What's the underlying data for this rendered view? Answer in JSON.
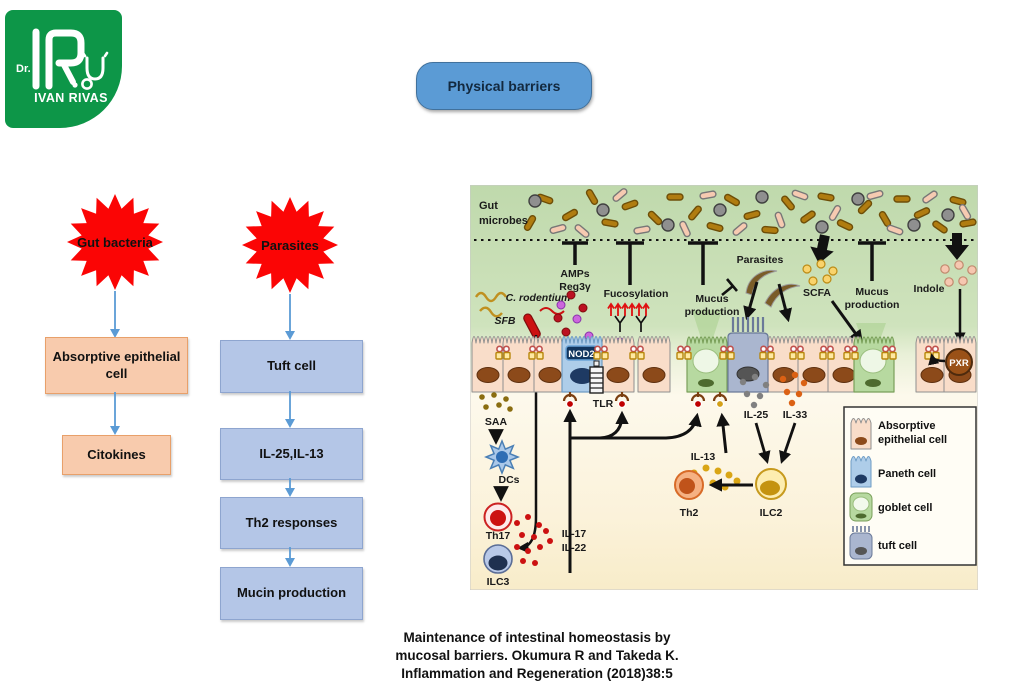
{
  "logo": {
    "prefix": "Dr.",
    "name": "IVAN RIVAS"
  },
  "header": {
    "pill": "Physical barriers"
  },
  "left_flow": {
    "burst": "Gut bacteria",
    "steps": [
      "Absorptive epithelial cell",
      "Citokines"
    ]
  },
  "mid_flow": {
    "burst": "Parasites",
    "steps": [
      "Tuft cell",
      "IL-25,IL-13",
      "Th2 responses",
      "Mucin production"
    ]
  },
  "figure": {
    "gut_microbes_line1": "Gut",
    "gut_microbes_line2": "microbes",
    "labels": {
      "amps": "AMPs",
      "reg3": "Reg3γ",
      "fucosylation": "Fucosylation",
      "mucus_left_1": "Mucus",
      "mucus_left_2": "production",
      "parasites": "Parasites",
      "scfa": "SCFA",
      "mucus_right_1": "Mucus",
      "mucus_right_2": "production",
      "indole": "Indole",
      "c_rodentium": "C. rodentium",
      "sfb": "SFB",
      "nod2": "NOD2",
      "tlr": "TLR",
      "saa": "SAA",
      "dcs": "DCs",
      "th17": "Th17",
      "ilc3": "ILC3",
      "il17": "IL-17",
      "il22": "IL-22",
      "il13": "IL-13",
      "th2": "Th2",
      "ilc2": "ILC2",
      "il25": "IL-25",
      "il33": "IL-33",
      "pxr": "PXR"
    },
    "legend": {
      "absorptive_1": "Absorptive",
      "absorptive_2": "epithelial cell",
      "paneth": "Paneth cell",
      "goblet": "goblet cell",
      "tuft": "tuft cell"
    }
  },
  "caption": {
    "line1": "Maintenance of intestinal homeostasis by",
    "line2": "mucosal barriers. Okumura R and Takeda K.",
    "line3": "Inflammation and Regeneration (2018)38:5"
  },
  "colors": {
    "logo_green": "#0d9648",
    "accent_blue": "#5b9bd5",
    "burst_red": "#fb0505",
    "peach_box": "#f8cbad",
    "blue_box": "#b4c6e7"
  }
}
